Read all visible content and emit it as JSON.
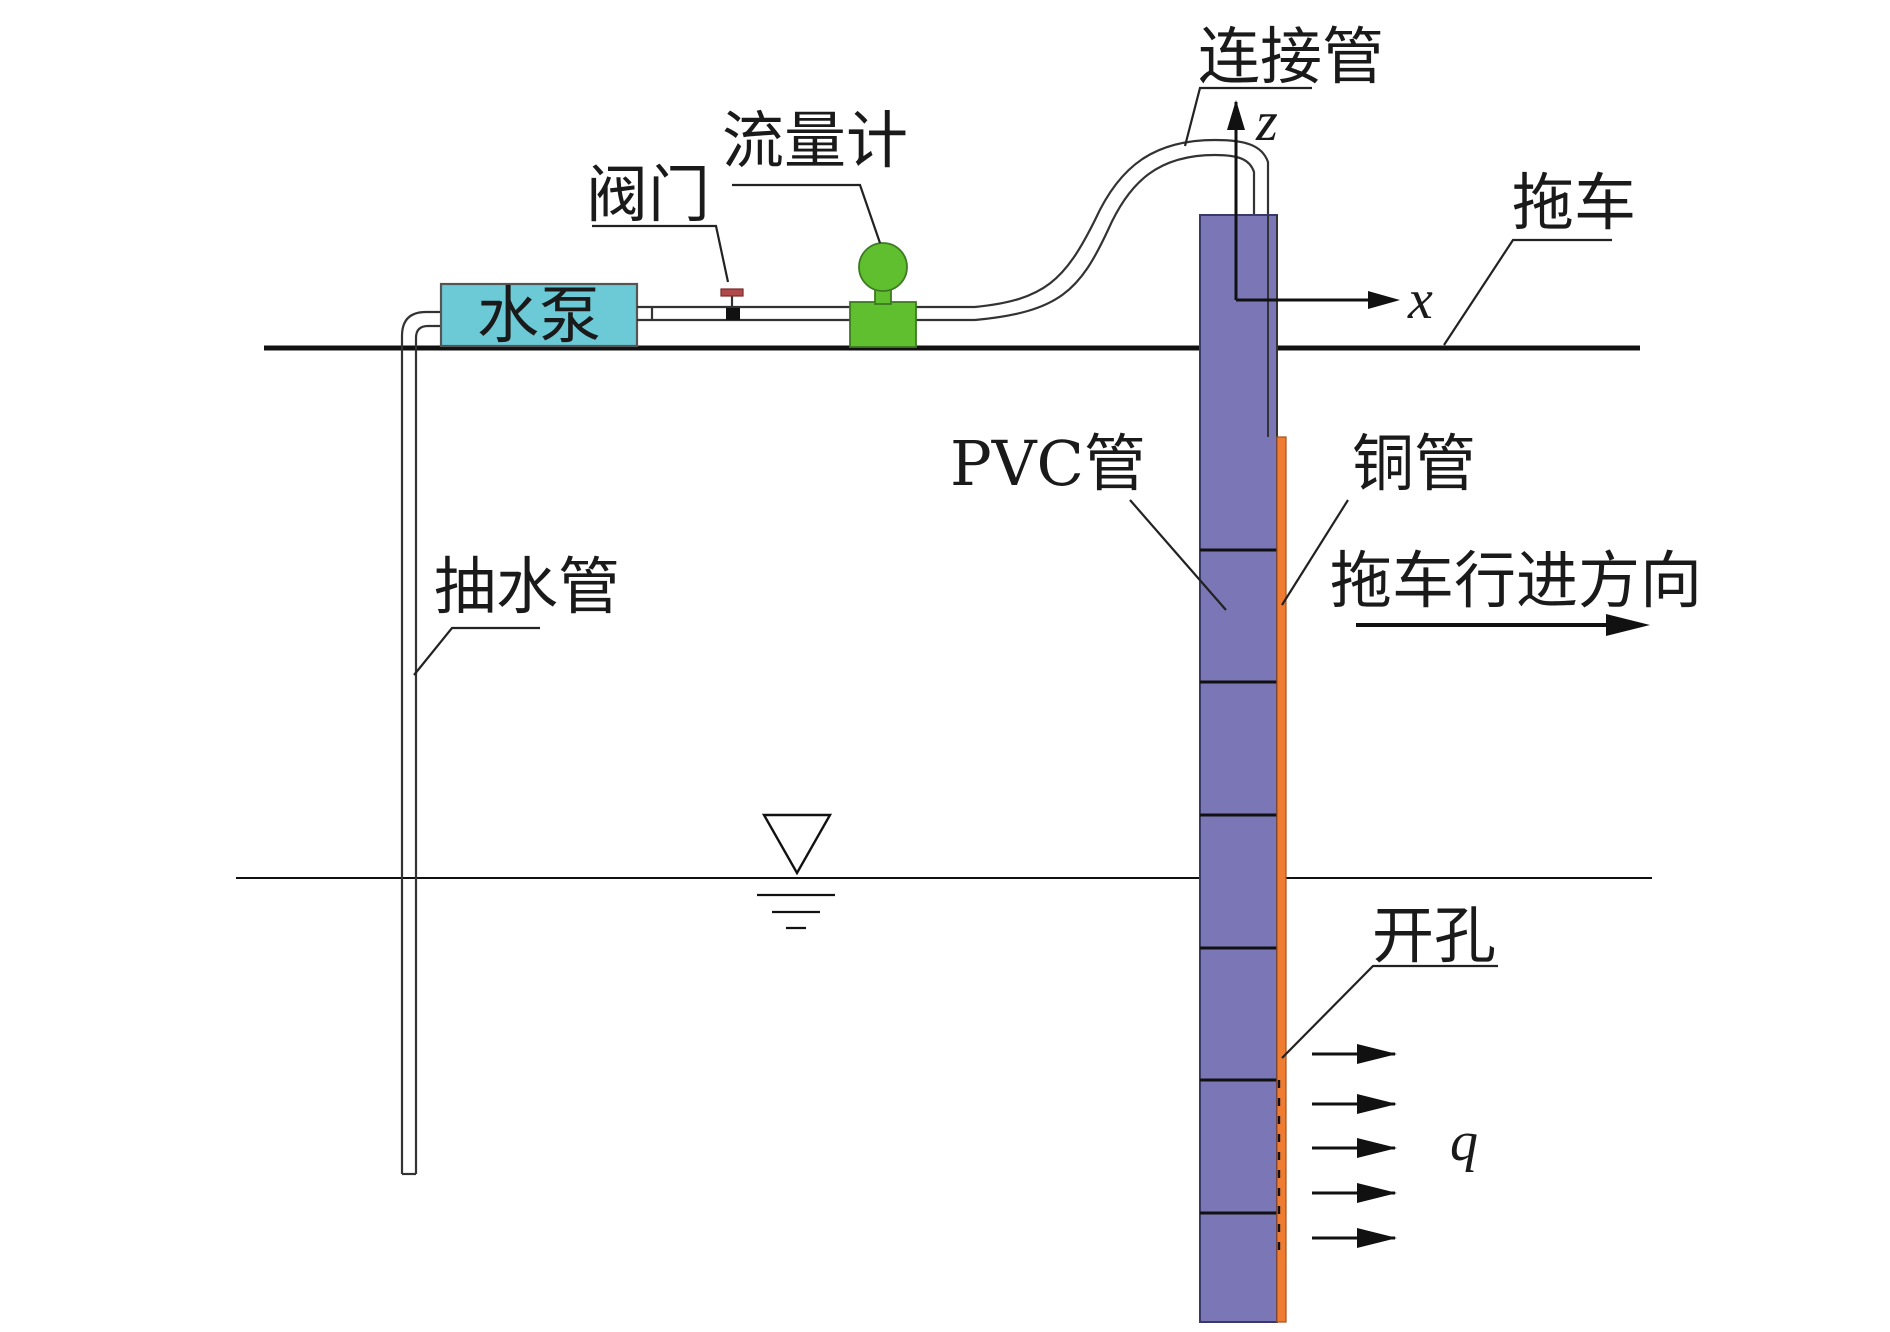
{
  "labels": {
    "connect_pipe": "连接管",
    "flowmeter": "流量计",
    "valve": "阀门",
    "trailer": "拖车",
    "pump": "水泵",
    "pvc_pipe": "PVC管",
    "copper_pipe": "铜管",
    "suction_pipe": "抽水管",
    "travel_direction": "拖车行进方向",
    "orifice": "开孔"
  },
  "axes": {
    "z": "z",
    "x": "x",
    "q": "q"
  },
  "colors": {
    "pvc_pipe": "#7b77b6",
    "copper_pipe": "#ee7d32",
    "pump": "#6ccad6",
    "flowmeter": "#5fbf2e",
    "valve_handle": "#b04a4a"
  }
}
